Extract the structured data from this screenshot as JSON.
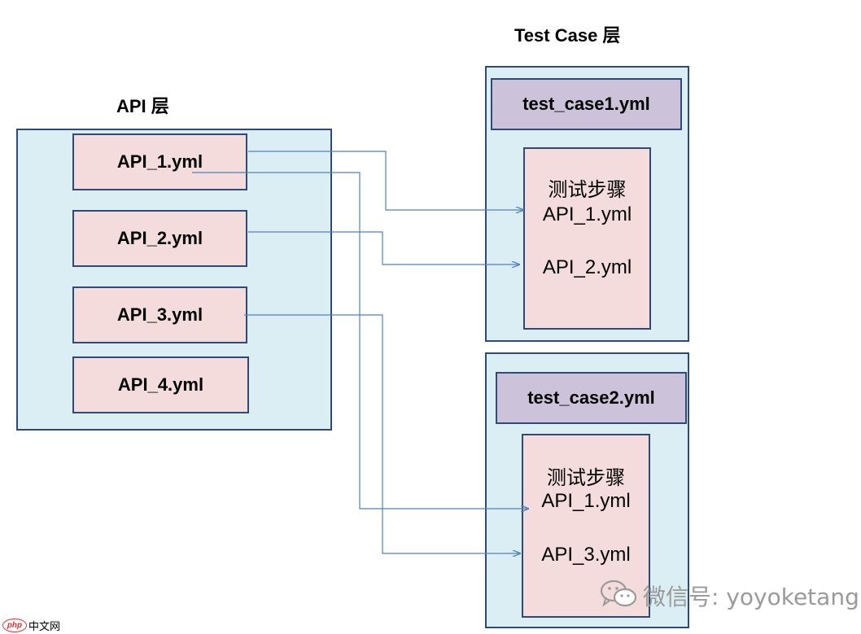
{
  "api_layer": {
    "title": "API 层",
    "items": [
      {
        "label": "API_1.yml"
      },
      {
        "label": "API_2.yml"
      },
      {
        "label": "API_3.yml"
      },
      {
        "label": "API_4.yml"
      }
    ]
  },
  "testcase_layer": {
    "title": "Test Case 层",
    "cases": [
      {
        "name": "test_case1.yml",
        "steps_heading": "测试步骤",
        "steps": [
          "API_1.yml",
          "API_2.yml"
        ]
      },
      {
        "name": "test_case2.yml",
        "steps_heading": "测试步骤",
        "steps": [
          "API_1.yml",
          "API_3.yml"
        ]
      }
    ]
  },
  "watermark": {
    "text": "微信号: yoyoketang",
    "icon": "wechat-icon"
  },
  "corner_logo": {
    "mark": "php",
    "text": "中文网"
  },
  "colors": {
    "layer_fill": "#dbeef4",
    "api_fill": "#f3dcdb",
    "case_title_fill": "#ccc2da",
    "border": "#2f4a78",
    "connector": "#4f81bd"
  }
}
